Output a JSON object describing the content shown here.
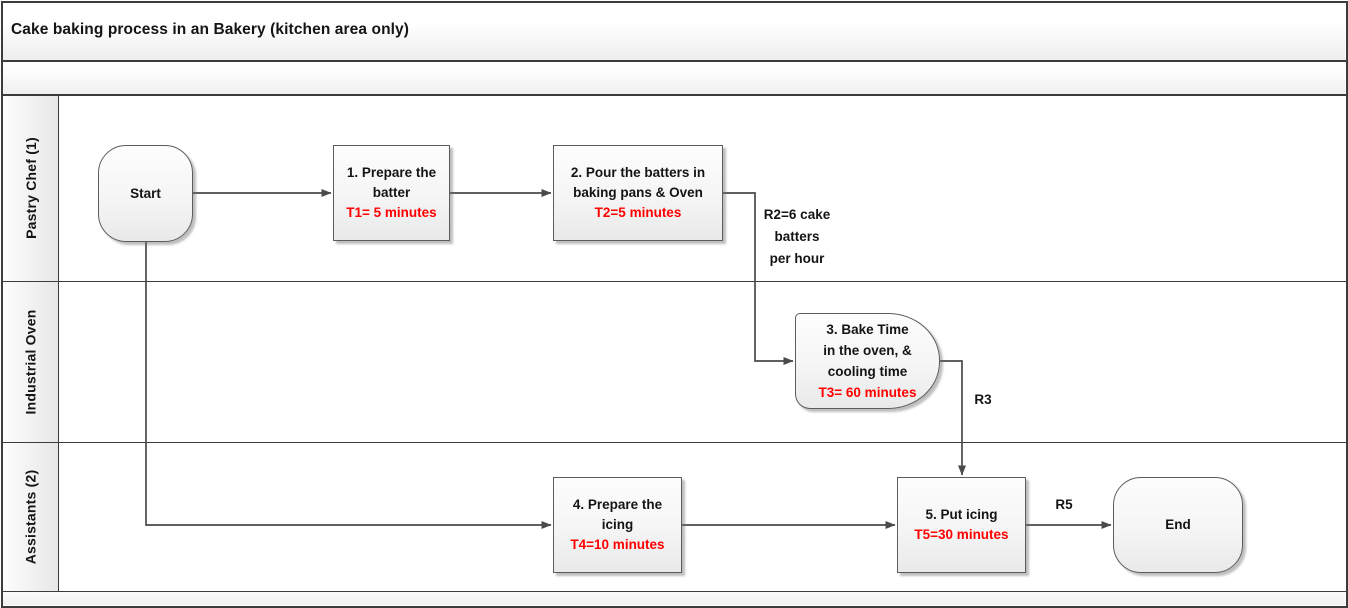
{
  "title": "Cake baking process in an Bakery (kitchen area only)",
  "lanes": [
    {
      "label": "Pastry Chef (1)"
    },
    {
      "label": "Industrial Oven"
    },
    {
      "label": "Assistants (2)"
    }
  ],
  "nodes": {
    "start": {
      "label": "Start"
    },
    "step1": {
      "title": "1. Prepare the\nbatter",
      "time": "T1= 5 minutes"
    },
    "step2": {
      "title": "2. Pour the batters in\nbaking pans & Oven",
      "time": "T2=5 minutes"
    },
    "step3": {
      "title": "3. Bake Time\nin the oven, &\ncooling time",
      "time": "T3= 60 minutes"
    },
    "step4": {
      "title": "4. Prepare the\nicing",
      "time": "T4=10 minutes"
    },
    "step5": {
      "title": "5. Put icing",
      "time": "T5=30 minutes"
    },
    "end": {
      "label": "End"
    }
  },
  "edge_labels": {
    "r2": "R2=6 cake\nbatters\nper hour",
    "r3": "R3",
    "r5": "R5"
  },
  "colors": {
    "time_text_red": "#ff0000",
    "line_gray": "#4a4a4a",
    "border_dark": "#3c3c3c",
    "text_black": "#141414"
  }
}
